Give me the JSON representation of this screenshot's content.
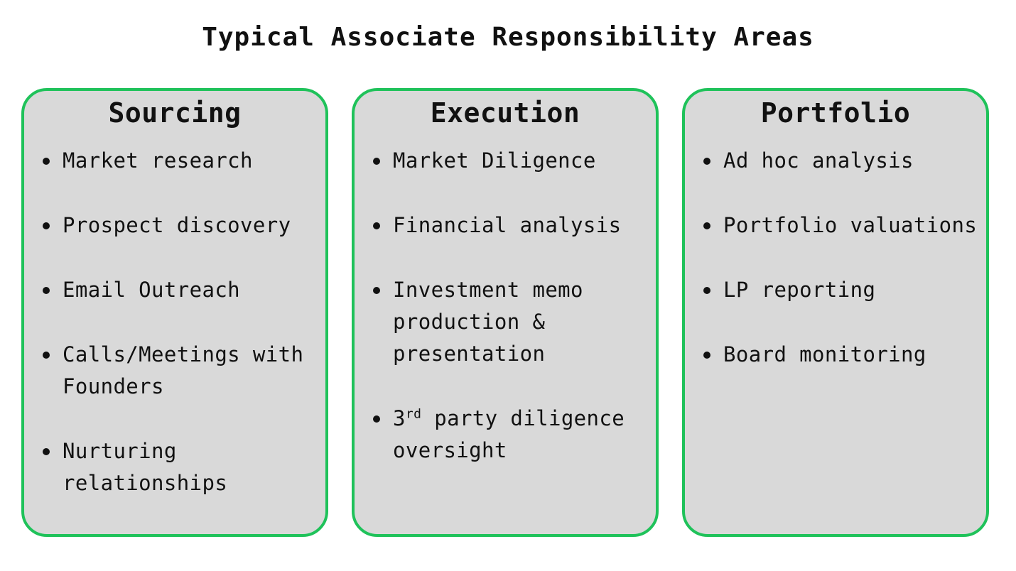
{
  "title": "Typical Associate Responsibility Areas",
  "colors": {
    "card_border": "#1fc25a",
    "card_fill": "#d9d9d9",
    "text": "#111111"
  },
  "columns": [
    {
      "heading": "Sourcing",
      "items": [
        "Market research",
        "Prospect discovery",
        "Email Outreach",
        "Calls/Meetings with\nFounders",
        "Nurturing\nrelationships"
      ]
    },
    {
      "heading": "Execution",
      "items": [
        "Market Diligence",
        "Financial analysis",
        "Investment memo\nproduction &\npresentation"
      ],
      "special_item": {
        "prefix": "3",
        "superscript": "rd",
        "rest": " party diligence\noversight"
      }
    },
    {
      "heading": "Portfolio",
      "items": [
        "Ad hoc analysis",
        "Portfolio valuations",
        "LP reporting",
        "Board monitoring"
      ]
    }
  ]
}
